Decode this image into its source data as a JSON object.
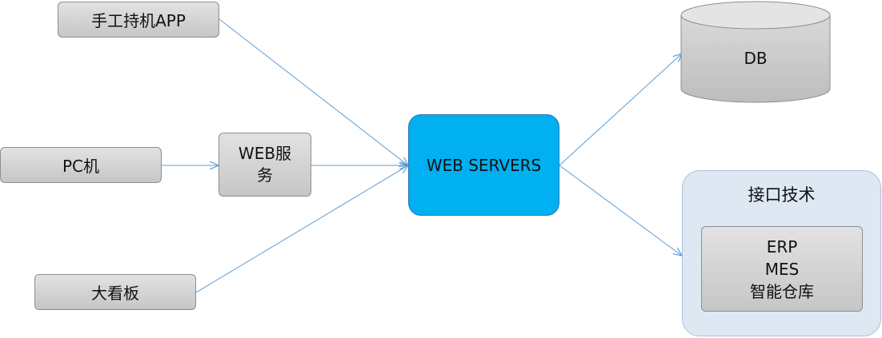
{
  "nodes": {
    "handheld_app": "手工持机APP",
    "pc": "PC机",
    "web_service": "WEB服务",
    "dashboard": "大看板",
    "web_servers": "WEB SERVERS",
    "db": "DB",
    "interface_tech": {
      "title": "接口技术",
      "items": [
        "ERP",
        "MES",
        "智能仓库"
      ]
    }
  },
  "colors": {
    "server_fill": "#00b0f0",
    "node_fill": "#d3d3d3",
    "panel_fill": "#dde8f3",
    "connector": "#5b9bd5"
  }
}
